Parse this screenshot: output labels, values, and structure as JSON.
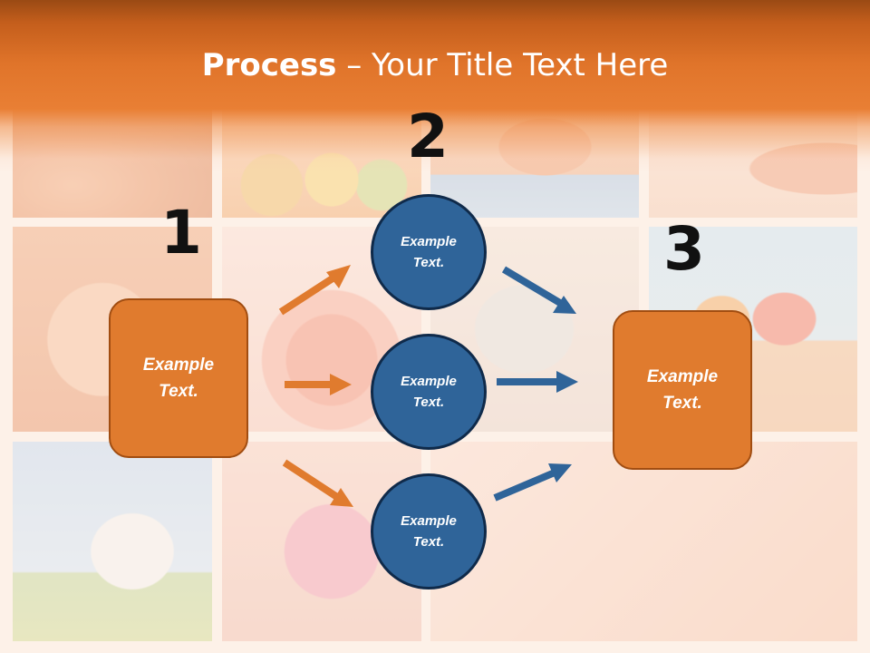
{
  "slide": {
    "title_bold": "Process",
    "title_rest": " – Your Title Text Here"
  },
  "steps": {
    "one": "1",
    "two": "2",
    "three": "3"
  },
  "nodes": {
    "left_box": "Example\nText.",
    "circle_top": "Example\nText.",
    "circle_middle": "Example\nText.",
    "circle_bottom": "Example\nText.",
    "right_box": "Example\nText."
  },
  "colors": {
    "orange_box": "#e07b2e",
    "blue_circle": "#2f6499",
    "orange_arrow": "#e07b2e",
    "blue_arrow": "#2f6499",
    "header": "#e0742a"
  }
}
